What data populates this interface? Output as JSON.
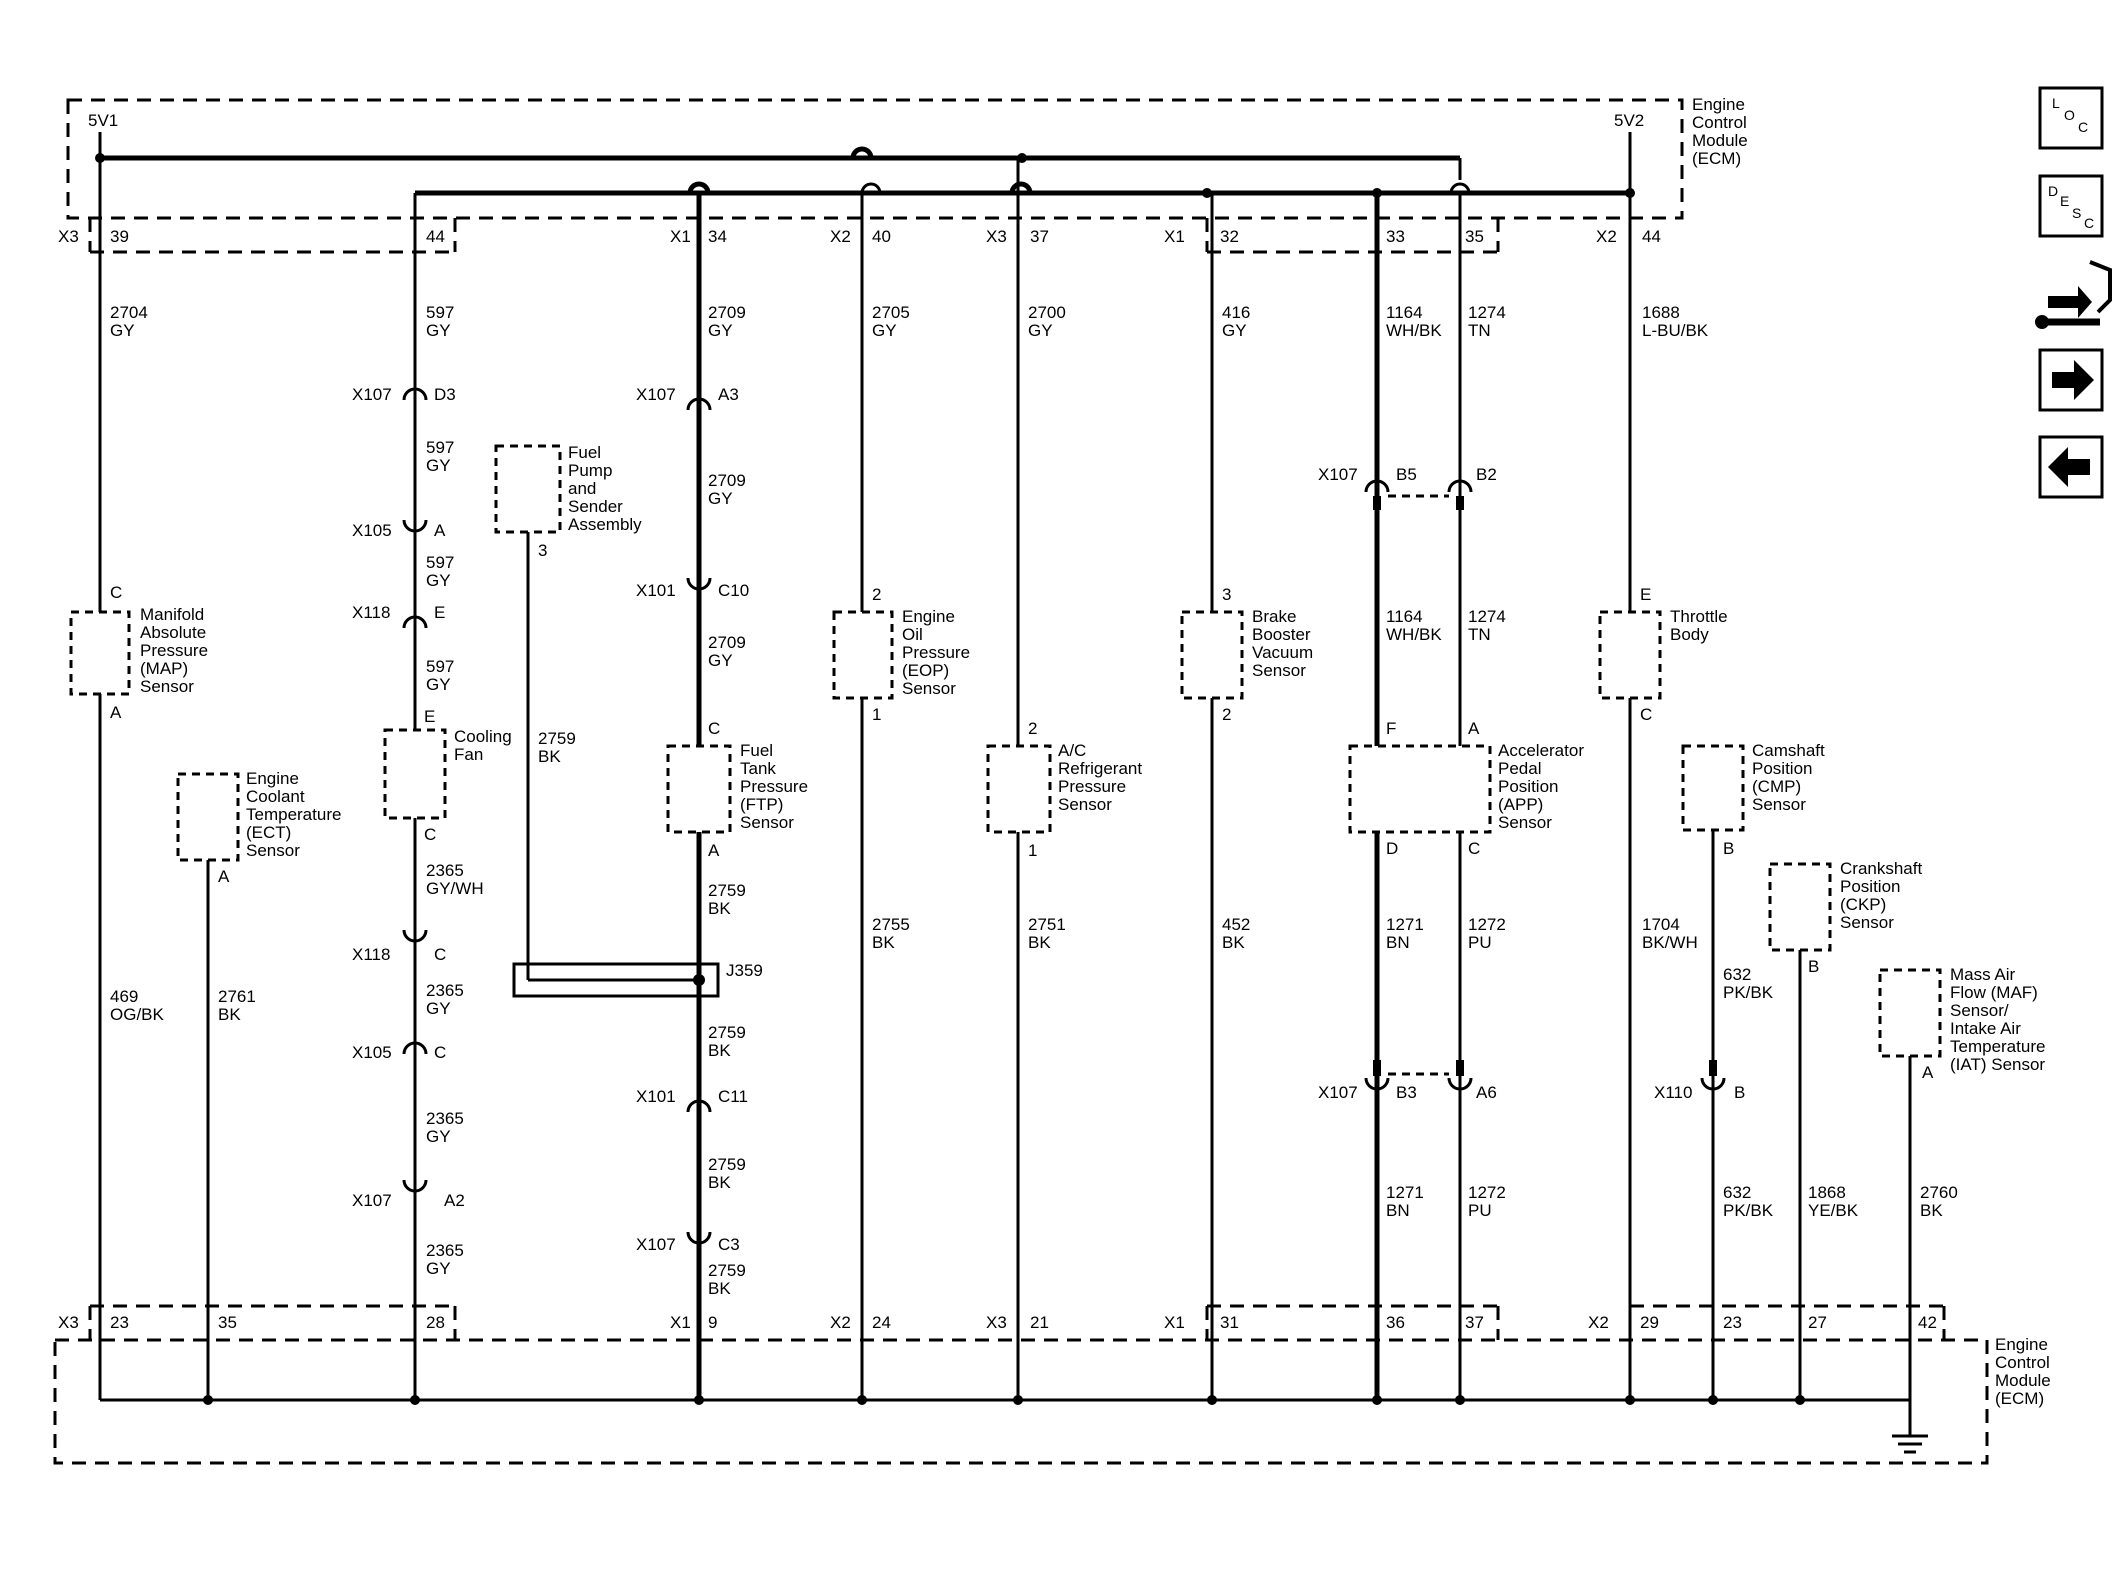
{
  "ecm": {
    "top_label": [
      "Engine",
      "Control",
      "Module",
      "(ECM)"
    ],
    "bottom_label": [
      "Engine",
      "Control",
      "Module",
      "(ECM)"
    ],
    "ref_5v1": "5V1",
    "ref_5v2": "5V2"
  },
  "top_pins": [
    {
      "connector": "X3",
      "pin": "39"
    },
    {
      "connector": "",
      "pin": "44"
    },
    {
      "connector": "X1",
      "pin": "34"
    },
    {
      "connector": "X2",
      "pin": "40"
    },
    {
      "connector": "X3",
      "pin": "37"
    },
    {
      "connector": "X1",
      "pin": "32"
    },
    {
      "connector": "",
      "pin": "33"
    },
    {
      "connector": "",
      "pin": "35"
    },
    {
      "connector": "X2",
      "pin": "44"
    }
  ],
  "bottom_pins": [
    {
      "connector": "X3",
      "pin": "23"
    },
    {
      "connector": "",
      "pin": "35"
    },
    {
      "connector": "",
      "pin": "28"
    },
    {
      "connector": "X1",
      "pin": "9"
    },
    {
      "connector": "X2",
      "pin": "24"
    },
    {
      "connector": "X3",
      "pin": "21"
    },
    {
      "connector": "X1",
      "pin": "31"
    },
    {
      "connector": "",
      "pin": "36"
    },
    {
      "connector": "",
      "pin": "37"
    },
    {
      "connector": "X2",
      "pin": "29"
    },
    {
      "connector": "",
      "pin": "23"
    },
    {
      "connector": "",
      "pin": "27"
    },
    {
      "connector": "",
      "pin": "42"
    }
  ],
  "wires": [
    {
      "circuit": "2704",
      "color": "GY"
    },
    {
      "circuit": "597",
      "color": "GY"
    },
    {
      "circuit": "597",
      "color": "GY"
    },
    {
      "circuit": "597",
      "color": "GY"
    },
    {
      "circuit": "597",
      "color": "GY"
    },
    {
      "circuit": "2709",
      "color": "GY"
    },
    {
      "circuit": "2709",
      "color": "GY"
    },
    {
      "circuit": "2709",
      "color": "GY"
    },
    {
      "circuit": "2705",
      "color": "GY"
    },
    {
      "circuit": "2700",
      "color": "GY"
    },
    {
      "circuit": "416",
      "color": "GY"
    },
    {
      "circuit": "1164",
      "color": "WH/BK"
    },
    {
      "circuit": "1274",
      "color": "TN"
    },
    {
      "circuit": "1688",
      "color": "L-BU/BK"
    },
    {
      "circuit": "1164",
      "color": "WH/BK"
    },
    {
      "circuit": "1274",
      "color": "TN"
    },
    {
      "circuit": "469",
      "color": "OG/BK"
    },
    {
      "circuit": "2761",
      "color": "BK"
    },
    {
      "circuit": "2365",
      "color": "GY/WH"
    },
    {
      "circuit": "2365",
      "color": "GY"
    },
    {
      "circuit": "2365",
      "color": "GY"
    },
    {
      "circuit": "2365",
      "color": "GY"
    },
    {
      "circuit": "2759",
      "color": "BK"
    },
    {
      "circuit": "2759",
      "color": "BK"
    },
    {
      "circuit": "2759",
      "color": "BK"
    },
    {
      "circuit": "2759",
      "color": "BK"
    },
    {
      "circuit": "2759",
      "color": "BK"
    },
    {
      "circuit": "2755",
      "color": "BK"
    },
    {
      "circuit": "2751",
      "color": "BK"
    },
    {
      "circuit": "452",
      "color": "BK"
    },
    {
      "circuit": "1271",
      "color": "BN"
    },
    {
      "circuit": "1272",
      "color": "PU"
    },
    {
      "circuit": "1271",
      "color": "BN"
    },
    {
      "circuit": "1272",
      "color": "PU"
    },
    {
      "circuit": "1704",
      "color": "BK/WH"
    },
    {
      "circuit": "632",
      "color": "PK/BK"
    },
    {
      "circuit": "632",
      "color": "PK/BK"
    },
    {
      "circuit": "1868",
      "color": "YE/BK"
    },
    {
      "circuit": "2760",
      "color": "BK"
    }
  ],
  "inline_connectors": [
    {
      "name": "X107",
      "pin": "D3"
    },
    {
      "name": "X105",
      "pin": "A"
    },
    {
      "name": "X118",
      "pin": "E"
    },
    {
      "name": "X118",
      "pin": "C"
    },
    {
      "name": "X105",
      "pin": "C"
    },
    {
      "name": "X107",
      "pin": "A2"
    },
    {
      "name": "X107",
      "pin": "A3"
    },
    {
      "name": "X101",
      "pin": "C10"
    },
    {
      "name": "X101",
      "pin": "C11"
    },
    {
      "name": "X107",
      "pin": "C3"
    },
    {
      "name": "X107",
      "pin": "B5"
    },
    {
      "name": "",
      "pin": "B2"
    },
    {
      "name": "X107",
      "pin": "B3"
    },
    {
      "name": "",
      "pin": "A6"
    },
    {
      "name": "X110",
      "pin": "B"
    }
  ],
  "splice": {
    "name": "J359"
  },
  "components": [
    {
      "label": [
        "Manifold",
        "Absolute",
        "Pressure",
        "(MAP)",
        "Sensor"
      ],
      "pins": [
        "C",
        "A"
      ]
    },
    {
      "label": [
        "Engine",
        "Coolant",
        "Temperature",
        "(ECT)",
        "Sensor"
      ],
      "pins": [
        "A"
      ]
    },
    {
      "label": [
        "Cooling",
        "Fan"
      ],
      "pins": [
        "E",
        "C"
      ]
    },
    {
      "label": [
        "Fuel",
        "Pump",
        "and",
        "Sender",
        "Assembly"
      ],
      "pins": [
        "3"
      ]
    },
    {
      "label": [
        "Fuel",
        "Tank",
        "Pressure",
        "(FTP)",
        "Sensor"
      ],
      "pins": [
        "C",
        "A"
      ]
    },
    {
      "label": [
        "Engine",
        "Oil",
        "Pressure",
        "(EOP)",
        "Sensor"
      ],
      "pins": [
        "2",
        "1"
      ]
    },
    {
      "label": [
        "A/C",
        "Refrigerant",
        "Pressure",
        "Sensor"
      ],
      "pins": [
        "2",
        "1"
      ]
    },
    {
      "label": [
        "Brake",
        "Booster",
        "Vacuum",
        "Sensor"
      ],
      "pins": [
        "3",
        "2"
      ]
    },
    {
      "label": [
        "Accelerator",
        "Pedal",
        "Position",
        "(APP)",
        "Sensor"
      ],
      "pins": [
        "F",
        "A",
        "D",
        "C"
      ]
    },
    {
      "label": [
        "Throttle",
        "Body"
      ],
      "pins": [
        "E",
        "C"
      ]
    },
    {
      "label": [
        "Camshaft",
        "Position",
        "(CMP)",
        "Sensor"
      ],
      "pins": [
        "B"
      ]
    },
    {
      "label": [
        "Crankshaft",
        "Position",
        "(CKP)",
        "Sensor"
      ],
      "pins": [
        "B"
      ]
    },
    {
      "label": [
        "Mass Air",
        "Flow (MAF)",
        "Sensor/",
        "Intake Air",
        "Temperature",
        "(IAT) Sensor"
      ],
      "pins": [
        "A"
      ]
    }
  ],
  "nav": {
    "loc": [
      "L",
      "O",
      "C"
    ],
    "desc": [
      "D",
      "E",
      "S",
      "C"
    ],
    "icons": [
      "schematic-tools-icon",
      "arrow-right-icon",
      "arrow-left-icon"
    ]
  }
}
